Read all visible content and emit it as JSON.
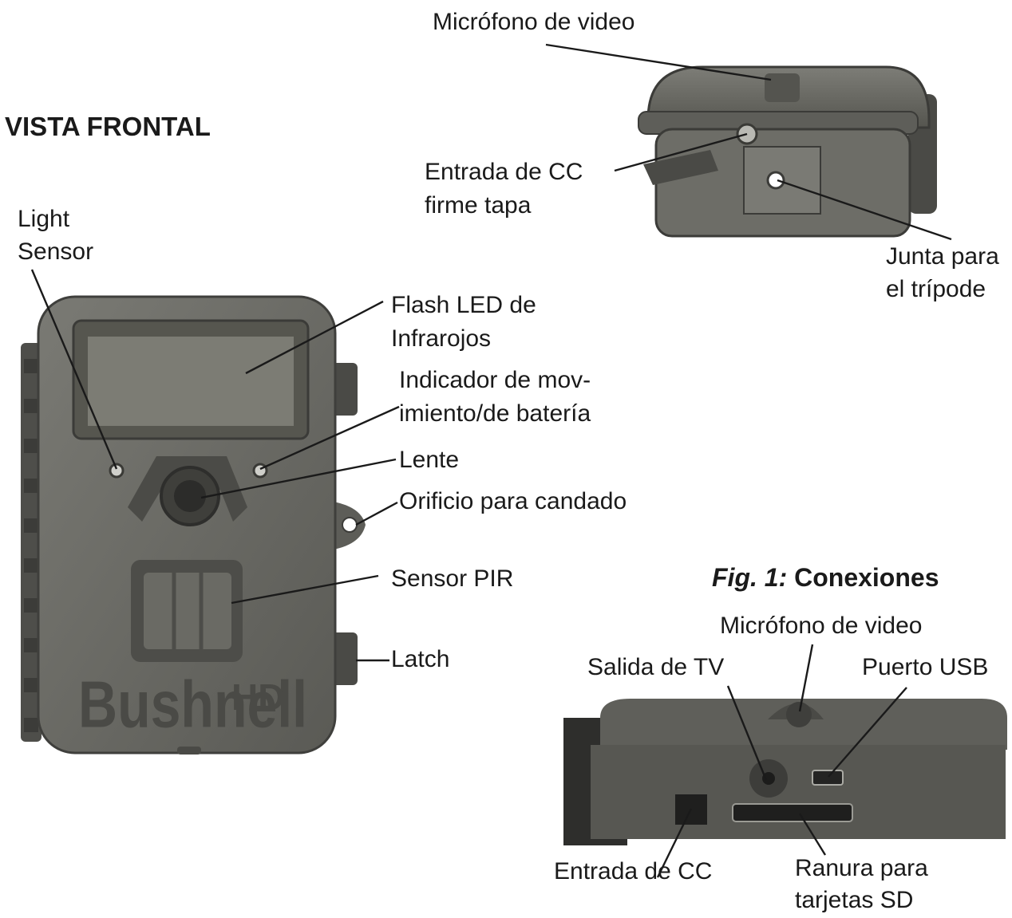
{
  "front_view": {
    "heading": "VISTA FRONTAL",
    "brand_logo": "Bushnell",
    "brand_suffix": "HD",
    "labels": {
      "light_sensor_line1": "Light",
      "light_sensor_line2": "Sensor",
      "ir_flash_line1": "Flash LED de",
      "ir_flash_line2": "Infrarojos",
      "motion_indicator_line1": "Indicador de mov-",
      "motion_indicator_line2": "imiento/de batería",
      "lens": "Lente",
      "padlock_hole": "Orificio para candado",
      "pir_sensor": "Sensor PIR",
      "latch": "Latch"
    }
  },
  "bottom_view": {
    "labels": {
      "video_mic": "Micrófono de video",
      "dc_input_line1": "Entrada de CC",
      "dc_input_line2": "firme tapa",
      "tripod_line1": "Junta para",
      "tripod_line2": "el trípode"
    }
  },
  "connections": {
    "fig_number": "Fig. 1:",
    "fig_title": "Conexiones",
    "labels": {
      "video_mic": "Micrófono de video",
      "tv_out": "Salida de TV",
      "usb_port": "Puerto USB",
      "dc_input": "Entrada de CC",
      "sd_slot_line1": "Ranura para",
      "sd_slot_line2": "tarjetas SD"
    }
  },
  "colors": {
    "camera_body": "#6b6b66",
    "camera_dark": "#454542",
    "camera_light": "#8a8a84",
    "leader_line": "#1a1a1a"
  }
}
